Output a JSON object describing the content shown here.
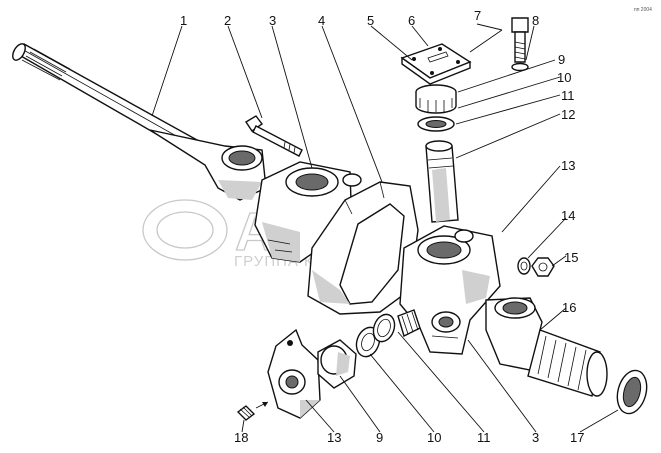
{
  "labels": [
    "1",
    "2",
    "3",
    "4",
    "5",
    "6",
    "7",
    "8",
    "9",
    "10",
    "11",
    "12",
    "13",
    "14",
    "15",
    "16",
    "13",
    "9",
    "10",
    "11",
    "3",
    "17",
    "18"
  ],
  "watermark": {
    "brand": "АГРО",
    "tagline": "ГРУППА КОМПАНИЙ"
  },
  "corner_mark": "пп 2004"
}
